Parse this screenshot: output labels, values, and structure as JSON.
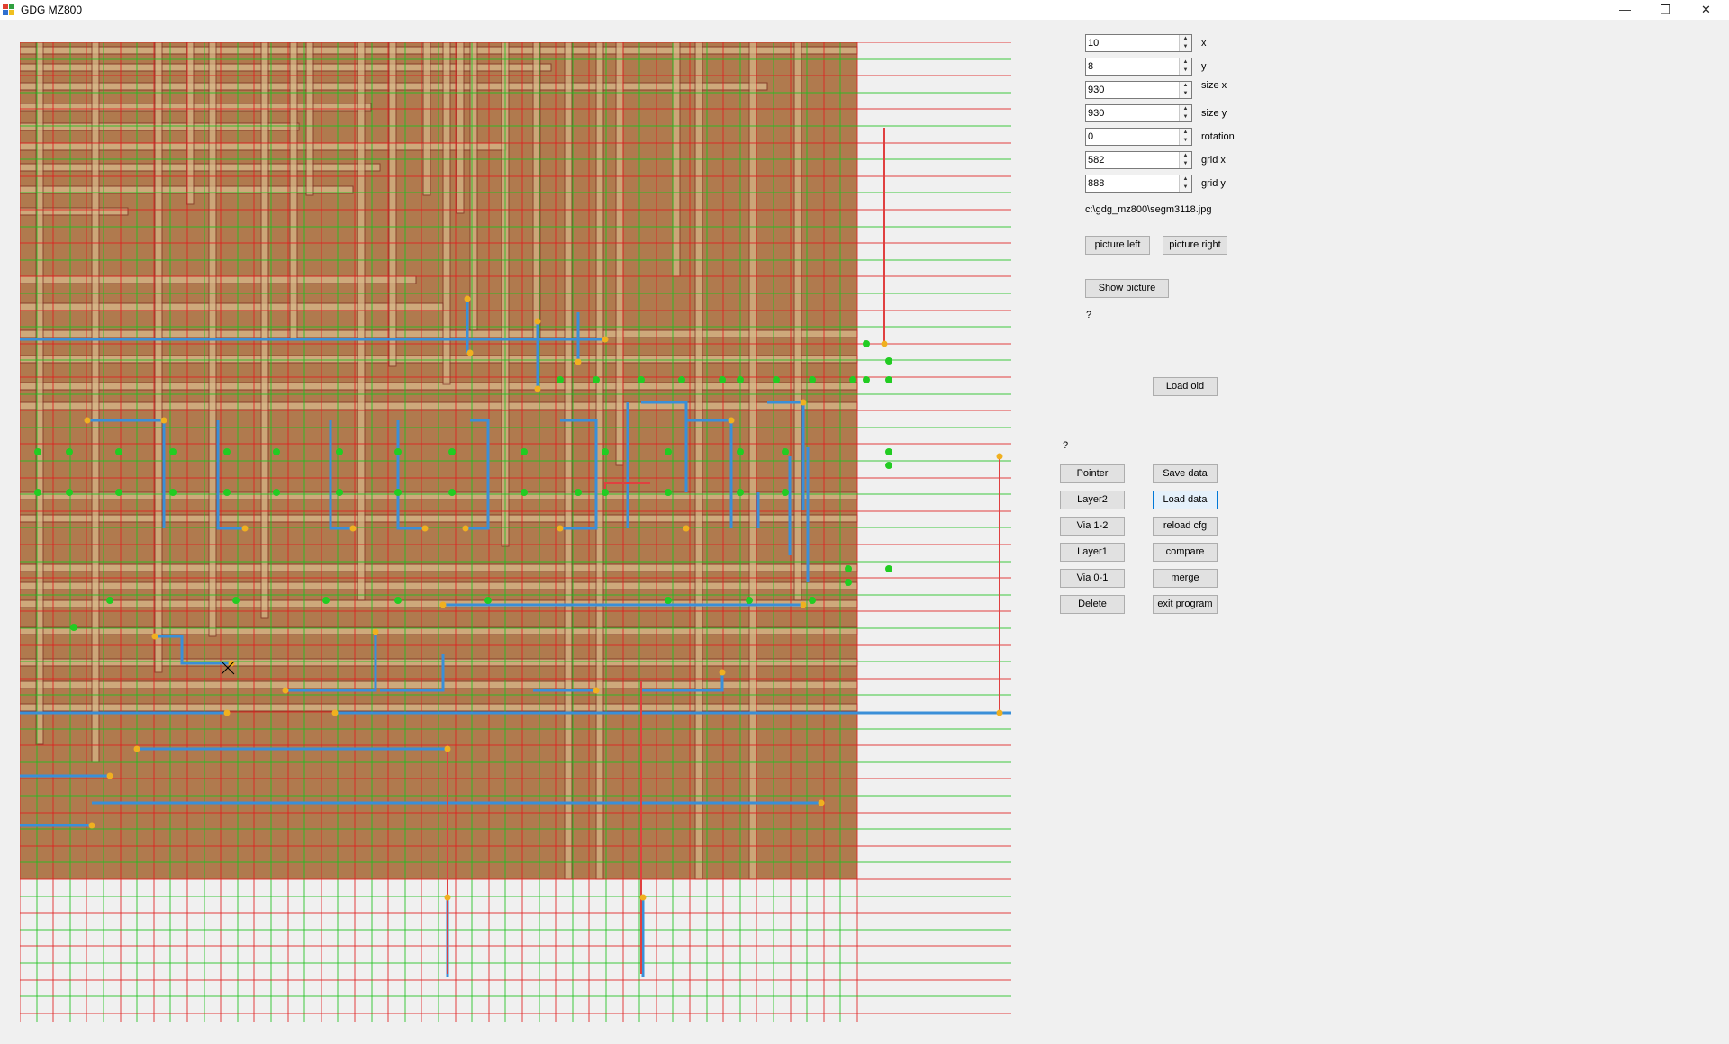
{
  "window": {
    "title": "GDG MZ800",
    "minimize": "—",
    "restore": "❐",
    "close": "✕"
  },
  "fields": [
    {
      "value": "10",
      "label": "x"
    },
    {
      "value": "8",
      "label": "y"
    },
    {
      "value": "930",
      "label": "size x"
    },
    {
      "value": "930",
      "label": "size y"
    },
    {
      "value": "0",
      "label": "rotation"
    },
    {
      "value": "582",
      "label": "grid x"
    },
    {
      "value": "888",
      "label": "grid y"
    }
  ],
  "file_path": "c:\\gdg_mz800\\segm3118.jpg",
  "buttons": {
    "picture_left": "picture left",
    "picture_right": "picture right",
    "show_picture": "Show picture",
    "load_old": "Load old",
    "pointer": "Pointer",
    "layer2": "Layer2",
    "via12": "Via 1-2",
    "layer1": "Layer1",
    "via01": "Via 0-1",
    "delete": "Delete",
    "save_data": "Save data",
    "load_data": "Load data",
    "reload_cfg": "reload cfg",
    "compare": "compare",
    "merge": "merge",
    "exit_program": "exit program"
  },
  "status1": "?",
  "status2": "?",
  "colors": {
    "die_background": "#b07a4e",
    "metal_trace": "#d8b98a",
    "grid_red": "#e02020",
    "grid_green": "#20c020",
    "layer_wire": "#3a8fd8",
    "red_wire": "#e04040",
    "via_green": "#22cc22",
    "via_yellow": "#f0b020"
  }
}
